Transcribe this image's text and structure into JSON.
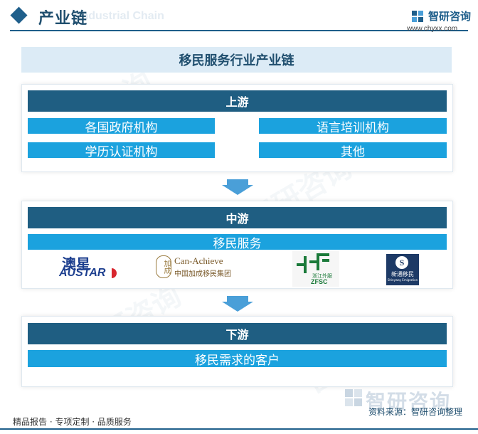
{
  "header": {
    "title": "产业链",
    "subtitle_en": "Industrial Chain",
    "brand": "智研咨询",
    "url": "www.chyxx.com"
  },
  "chart": {
    "title": "移民服务行业产业链"
  },
  "upstream": {
    "label": "上游",
    "items": [
      "各国政府机构",
      "语言培训机构",
      "学历认证机构",
      "其他"
    ]
  },
  "midstream": {
    "label": "中游",
    "service": "移民服务",
    "companies": [
      {
        "name": "澳星",
        "sub": "AUSTAR"
      },
      {
        "name": "Can-Achieve",
        "sub": "中国加成移民集团",
        "mark": "加成"
      },
      {
        "name": "浙江外服",
        "sub": "ZFSC"
      },
      {
        "name": "新通移民",
        "sub": "Shinyway Emigration"
      }
    ]
  },
  "downstream": {
    "label": "下游",
    "customer": "移民需求的客户"
  },
  "footer": {
    "tagline": "精品报告 · 专项定制 · 品质服务",
    "source": "资料来源：智研咨询整理",
    "brand_big": "智研咨询"
  },
  "colors": {
    "band": "#1f5e82",
    "cell": "#1ba2de",
    "arrow": "#4a9fd8",
    "title_bg": "#dcebf6"
  }
}
